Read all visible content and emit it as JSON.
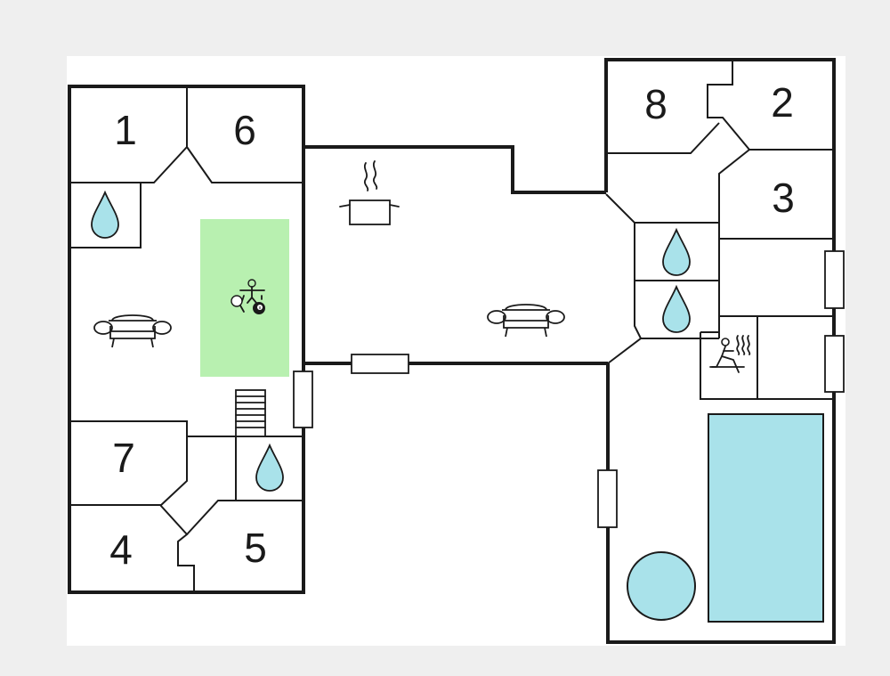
{
  "colors": {
    "background": "#efefef",
    "floor": "#ffffff",
    "wall": "#1a1a1a",
    "water": "#a9e2ea",
    "pool": "#a9e2ea",
    "game_area": "#b8f0b0"
  },
  "rooms": [
    {
      "key": "room-1",
      "label": "1"
    },
    {
      "key": "room-6",
      "label": "6"
    },
    {
      "key": "room-7",
      "label": "7"
    },
    {
      "key": "room-4",
      "label": "4"
    },
    {
      "key": "room-5",
      "label": "5"
    },
    {
      "key": "room-8",
      "label": "8"
    },
    {
      "key": "room-2",
      "label": "2"
    },
    {
      "key": "room-3",
      "label": "3"
    }
  ],
  "icons": [
    "water-drop-icon",
    "sofa-icon",
    "cooking-pot-icon",
    "table-tennis-icon",
    "billiard-ball-icon",
    "sauna-icon",
    "stairs-icon",
    "pool-icon",
    "hot-tub-icon",
    "window-icon"
  ],
  "billiard_ball": {
    "label": "8"
  }
}
